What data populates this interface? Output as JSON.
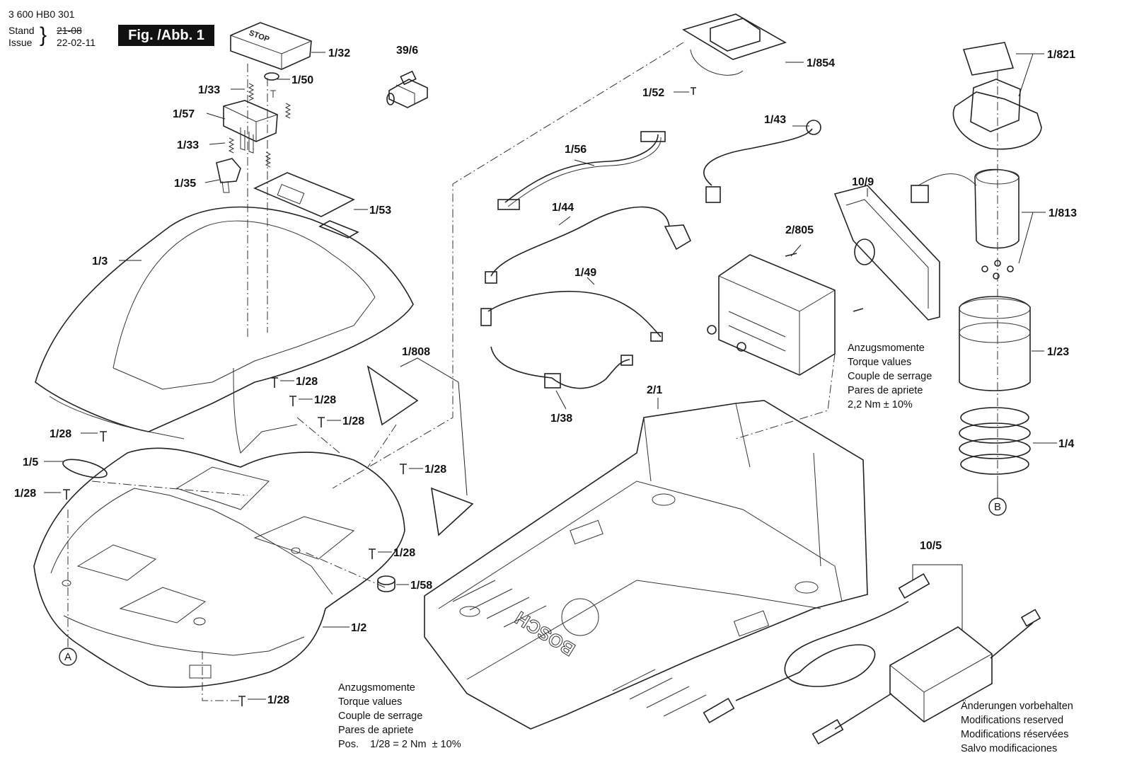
{
  "header": {
    "doc_number": "3 600 HB0 301",
    "stand_label": "Stand",
    "issue_label": "Issue",
    "old_date": "21-08",
    "new_date": "22-02-11",
    "figure": "Fig. /Abb. 1"
  },
  "torque_note_left": {
    "lines": [
      "Anzugsmomente",
      "Torque values",
      "Couple de serrage",
      "Pares de apriete",
      "Pos.    1/28 = 2 Nm  ± 10%"
    ]
  },
  "torque_note_right": {
    "lines": [
      "Anzugsmomente",
      "Torque values",
      "Couple de serrage",
      "Pares de apriete",
      "2,2 Nm  ± 10%"
    ]
  },
  "modifications_note": {
    "lines": [
      "Änderungen vorbehalten",
      "Modifications reserved",
      "Modifications réservées",
      "Salvo modificaciones"
    ]
  },
  "reference_markers": [
    "A",
    "B"
  ],
  "part_labels": [
    "1/32",
    "1/50",
    "1/33",
    "1/57",
    "1/33",
    "1/35",
    "1/53",
    "39/6",
    "1/3",
    "1/28",
    "1/28",
    "1/28",
    "1/28",
    "1/5",
    "1/28",
    "1/28",
    "1/28",
    "1/58",
    "1/2",
    "1/28",
    "1/808",
    "1/854",
    "1/52",
    "1/43",
    "1/56",
    "1/44",
    "1/49",
    "1/38",
    "2/805",
    "10/9",
    "2/1",
    "1/821",
    "1/813",
    "1/23",
    "1/4",
    "10/5"
  ]
}
